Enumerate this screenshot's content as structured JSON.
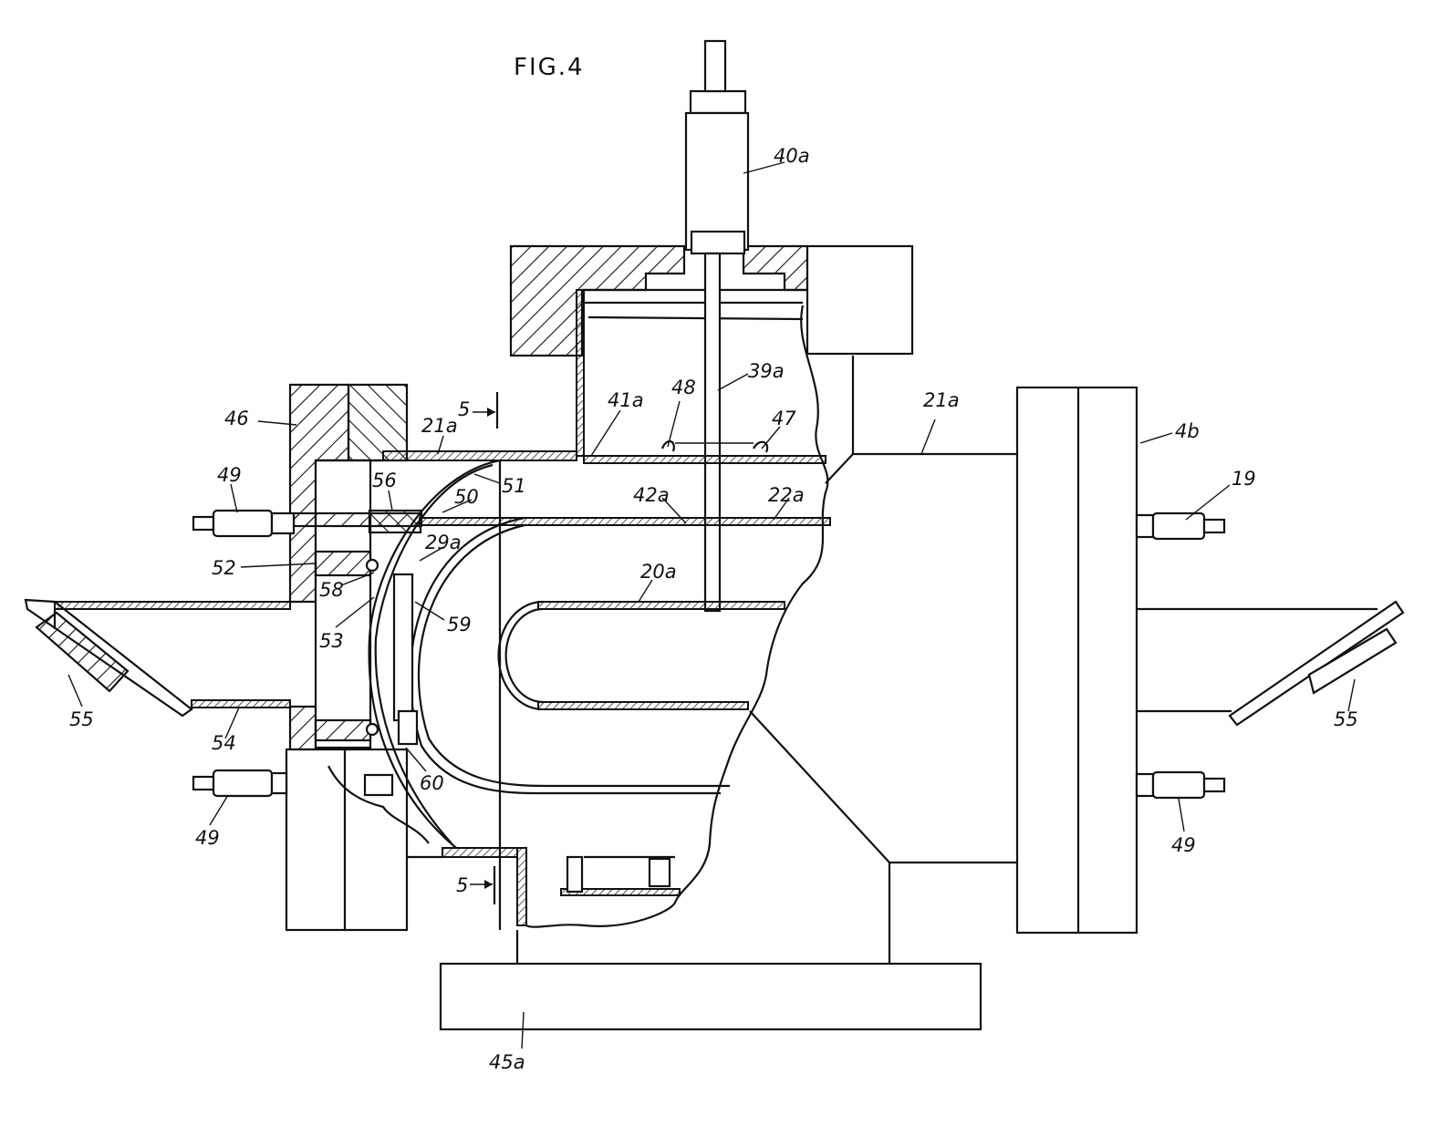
{
  "figure": {
    "title": "FIG.4",
    "labels": {
      "l40a": "40a",
      "l39a": "39a",
      "l41a": "41a",
      "l48": "48",
      "l47": "47",
      "l21a_top": "21a",
      "l21a_left": "21a",
      "l5_top": "5",
      "l5_bottom": "5",
      "l46": "46",
      "l4b": "4b",
      "l49_tl": "49",
      "l49_bl": "49",
      "l49_br": "49",
      "l19": "19",
      "l56": "56",
      "l51": "51",
      "l50": "50",
      "l42a": "42a",
      "l22a": "22a",
      "l52": "52",
      "l29a": "29a",
      "l20a": "20a",
      "l58": "58",
      "l59": "59",
      "l53": "53",
      "l55_left": "55",
      "l55_right": "55",
      "l54": "54",
      "l60": "60",
      "l45a": "45a"
    }
  }
}
